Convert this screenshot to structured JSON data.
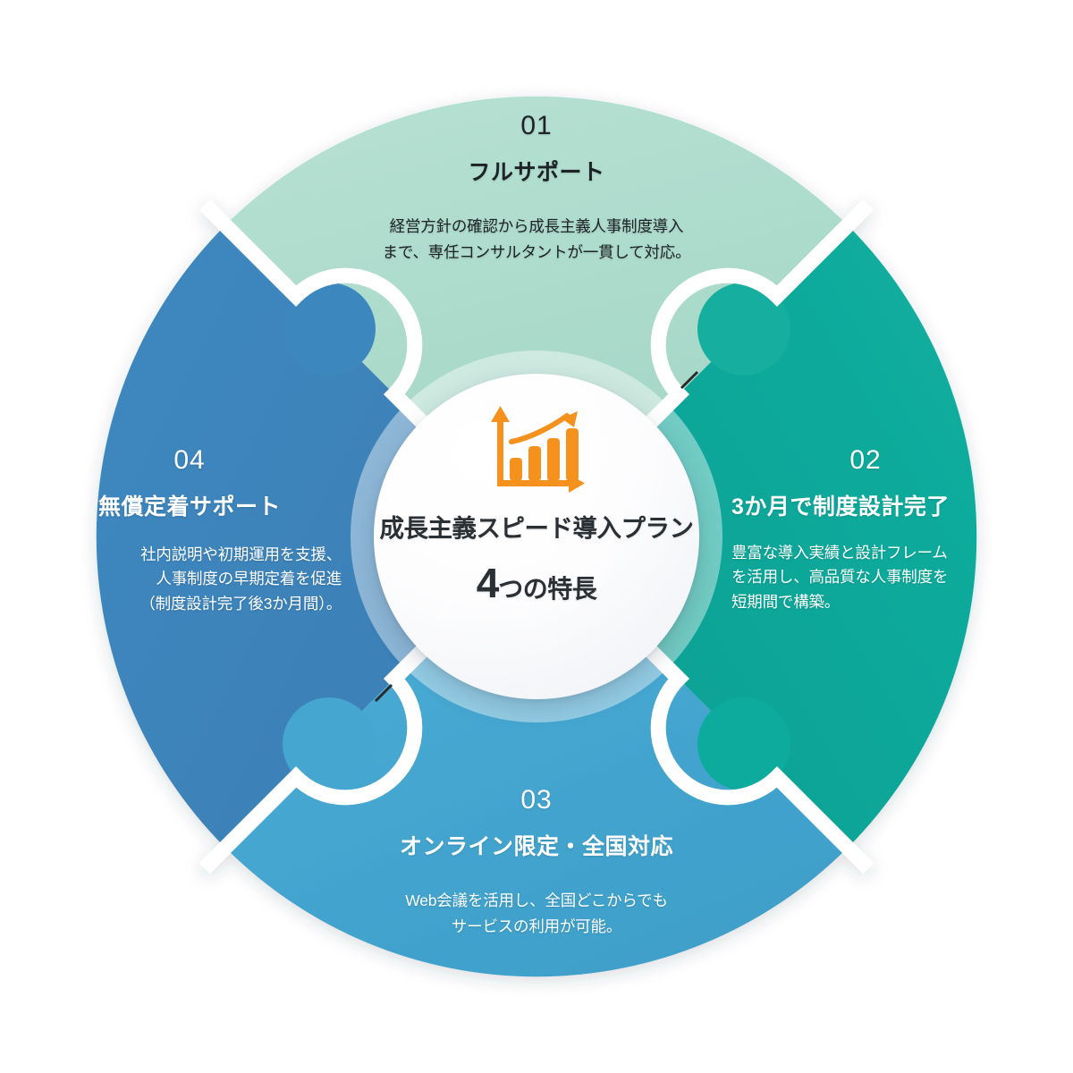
{
  "diagram": {
    "kind": "puzzle-wheel-infographic",
    "center": {
      "icon": "growth-bar-chart-icon",
      "title": "成長主義スピード導入プラン",
      "subtitle_number": "4",
      "subtitle_rest": "つの特長"
    },
    "quadrants": [
      {
        "number": "01",
        "title": "フルサポート",
        "desc_lines": [
          "経営方針の確認から成長主義人事制度導入",
          "まで、専任コンサルタントが一貫して対応。"
        ],
        "color": "#ADDCCD",
        "position": "top"
      },
      {
        "number": "02",
        "title": "3か月で制度設計完了",
        "desc_lines": [
          "豊富な導入実績と設計フレーム",
          "を活用し、高品質な人事制度を",
          "短期間で構築。"
        ],
        "color": "#0FA79A",
        "position": "right"
      },
      {
        "number": "03",
        "title": "オンライン限定・全国対応",
        "desc_lines": [
          "Web会議を活用し、全国どこからでも",
          "サービスの利用が可能。"
        ],
        "color": "#45A6D0",
        "position": "bottom"
      },
      {
        "number": "04",
        "title": "無償定着サポート",
        "desc_lines": [
          "社内説明や初期運用を支援、",
          "人事制度の早期定着を促進",
          "（制度設計完了後3か月間）。"
        ],
        "color": "#3C83BB",
        "position": "left"
      }
    ],
    "colors": {
      "background": "#FFFFFF",
      "divider": "#FFFFFF",
      "accent_orange": "#F5921E",
      "hub_text": "#2B3035"
    }
  }
}
